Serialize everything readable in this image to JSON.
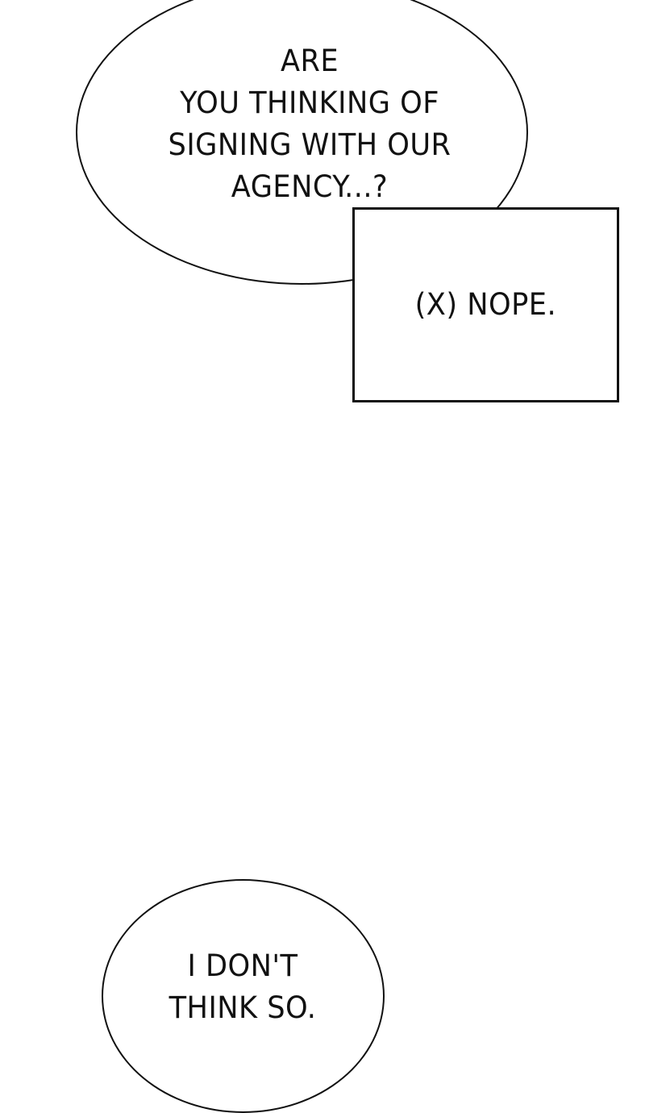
{
  "panels": {
    "bubble_top": {
      "lines": [
        "ARE",
        "YOU THINKING OF",
        "SIGNING WITH OUR",
        "AGENCY...?"
      ]
    },
    "caption_box": {
      "text": "(X) NOPE."
    },
    "bubble_bottom": {
      "lines": [
        "I DON'T",
        "THINK SO."
      ]
    }
  }
}
